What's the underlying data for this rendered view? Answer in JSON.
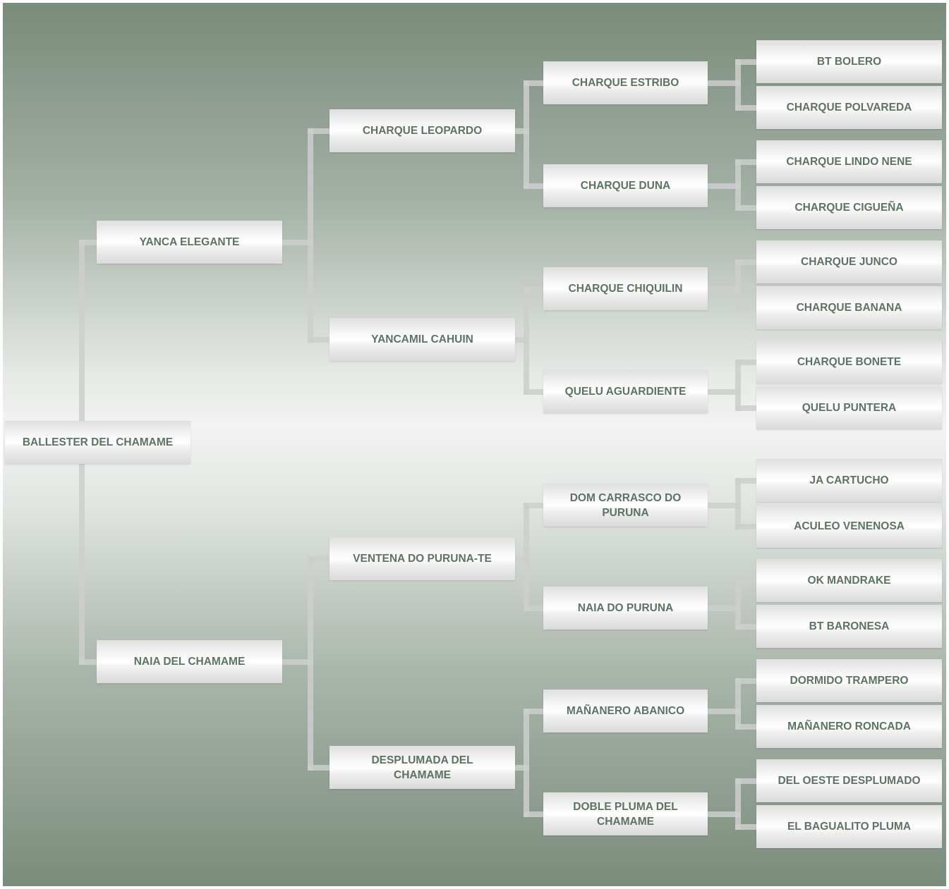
{
  "pedigree": {
    "gen0": [
      "BALLESTER DEL CHAMAME"
    ],
    "gen1": [
      "YANCA ELEGANTE",
      "NAIA DEL CHAMAME"
    ],
    "gen2": [
      "CHARQUE LEOPARDO",
      "YANCAMIL CAHUIN",
      "VENTENA DO PURUNA-TE",
      "DESPLUMADA DEL CHAMAME"
    ],
    "gen3": [
      "CHARQUE ESTRIBO",
      "CHARQUE DUNA",
      "CHARQUE CHIQUILIN",
      "QUELU AGUARDIENTE",
      "DOM CARRASCO DO PURUNA",
      "NAIA DO PURUNA",
      "MAÑANERO ABANICO",
      "DOBLE PLUMA DEL CHAMAME"
    ],
    "gen4": [
      "BT BOLERO",
      "CHARQUE POLVAREDA",
      "CHARQUE LINDO NENE",
      "CHARQUE CIGUEÑA",
      "CHARQUE JUNCO",
      "CHARQUE BANANA",
      "CHARQUE BONETE",
      "QUELU PUNTERA",
      "JA CARTUCHO",
      "ACULEO VENENOSA",
      "OK MANDRAKE",
      "BT BARONESA",
      "DORMIDO TRAMPERO",
      "MAÑANERO RONCADA",
      "DEL OESTE DESPLUMADO",
      "EL BAGUALITO PLUMA"
    ]
  },
  "colors": {
    "text": "#5d7263",
    "connector": "#cdcfcd"
  }
}
